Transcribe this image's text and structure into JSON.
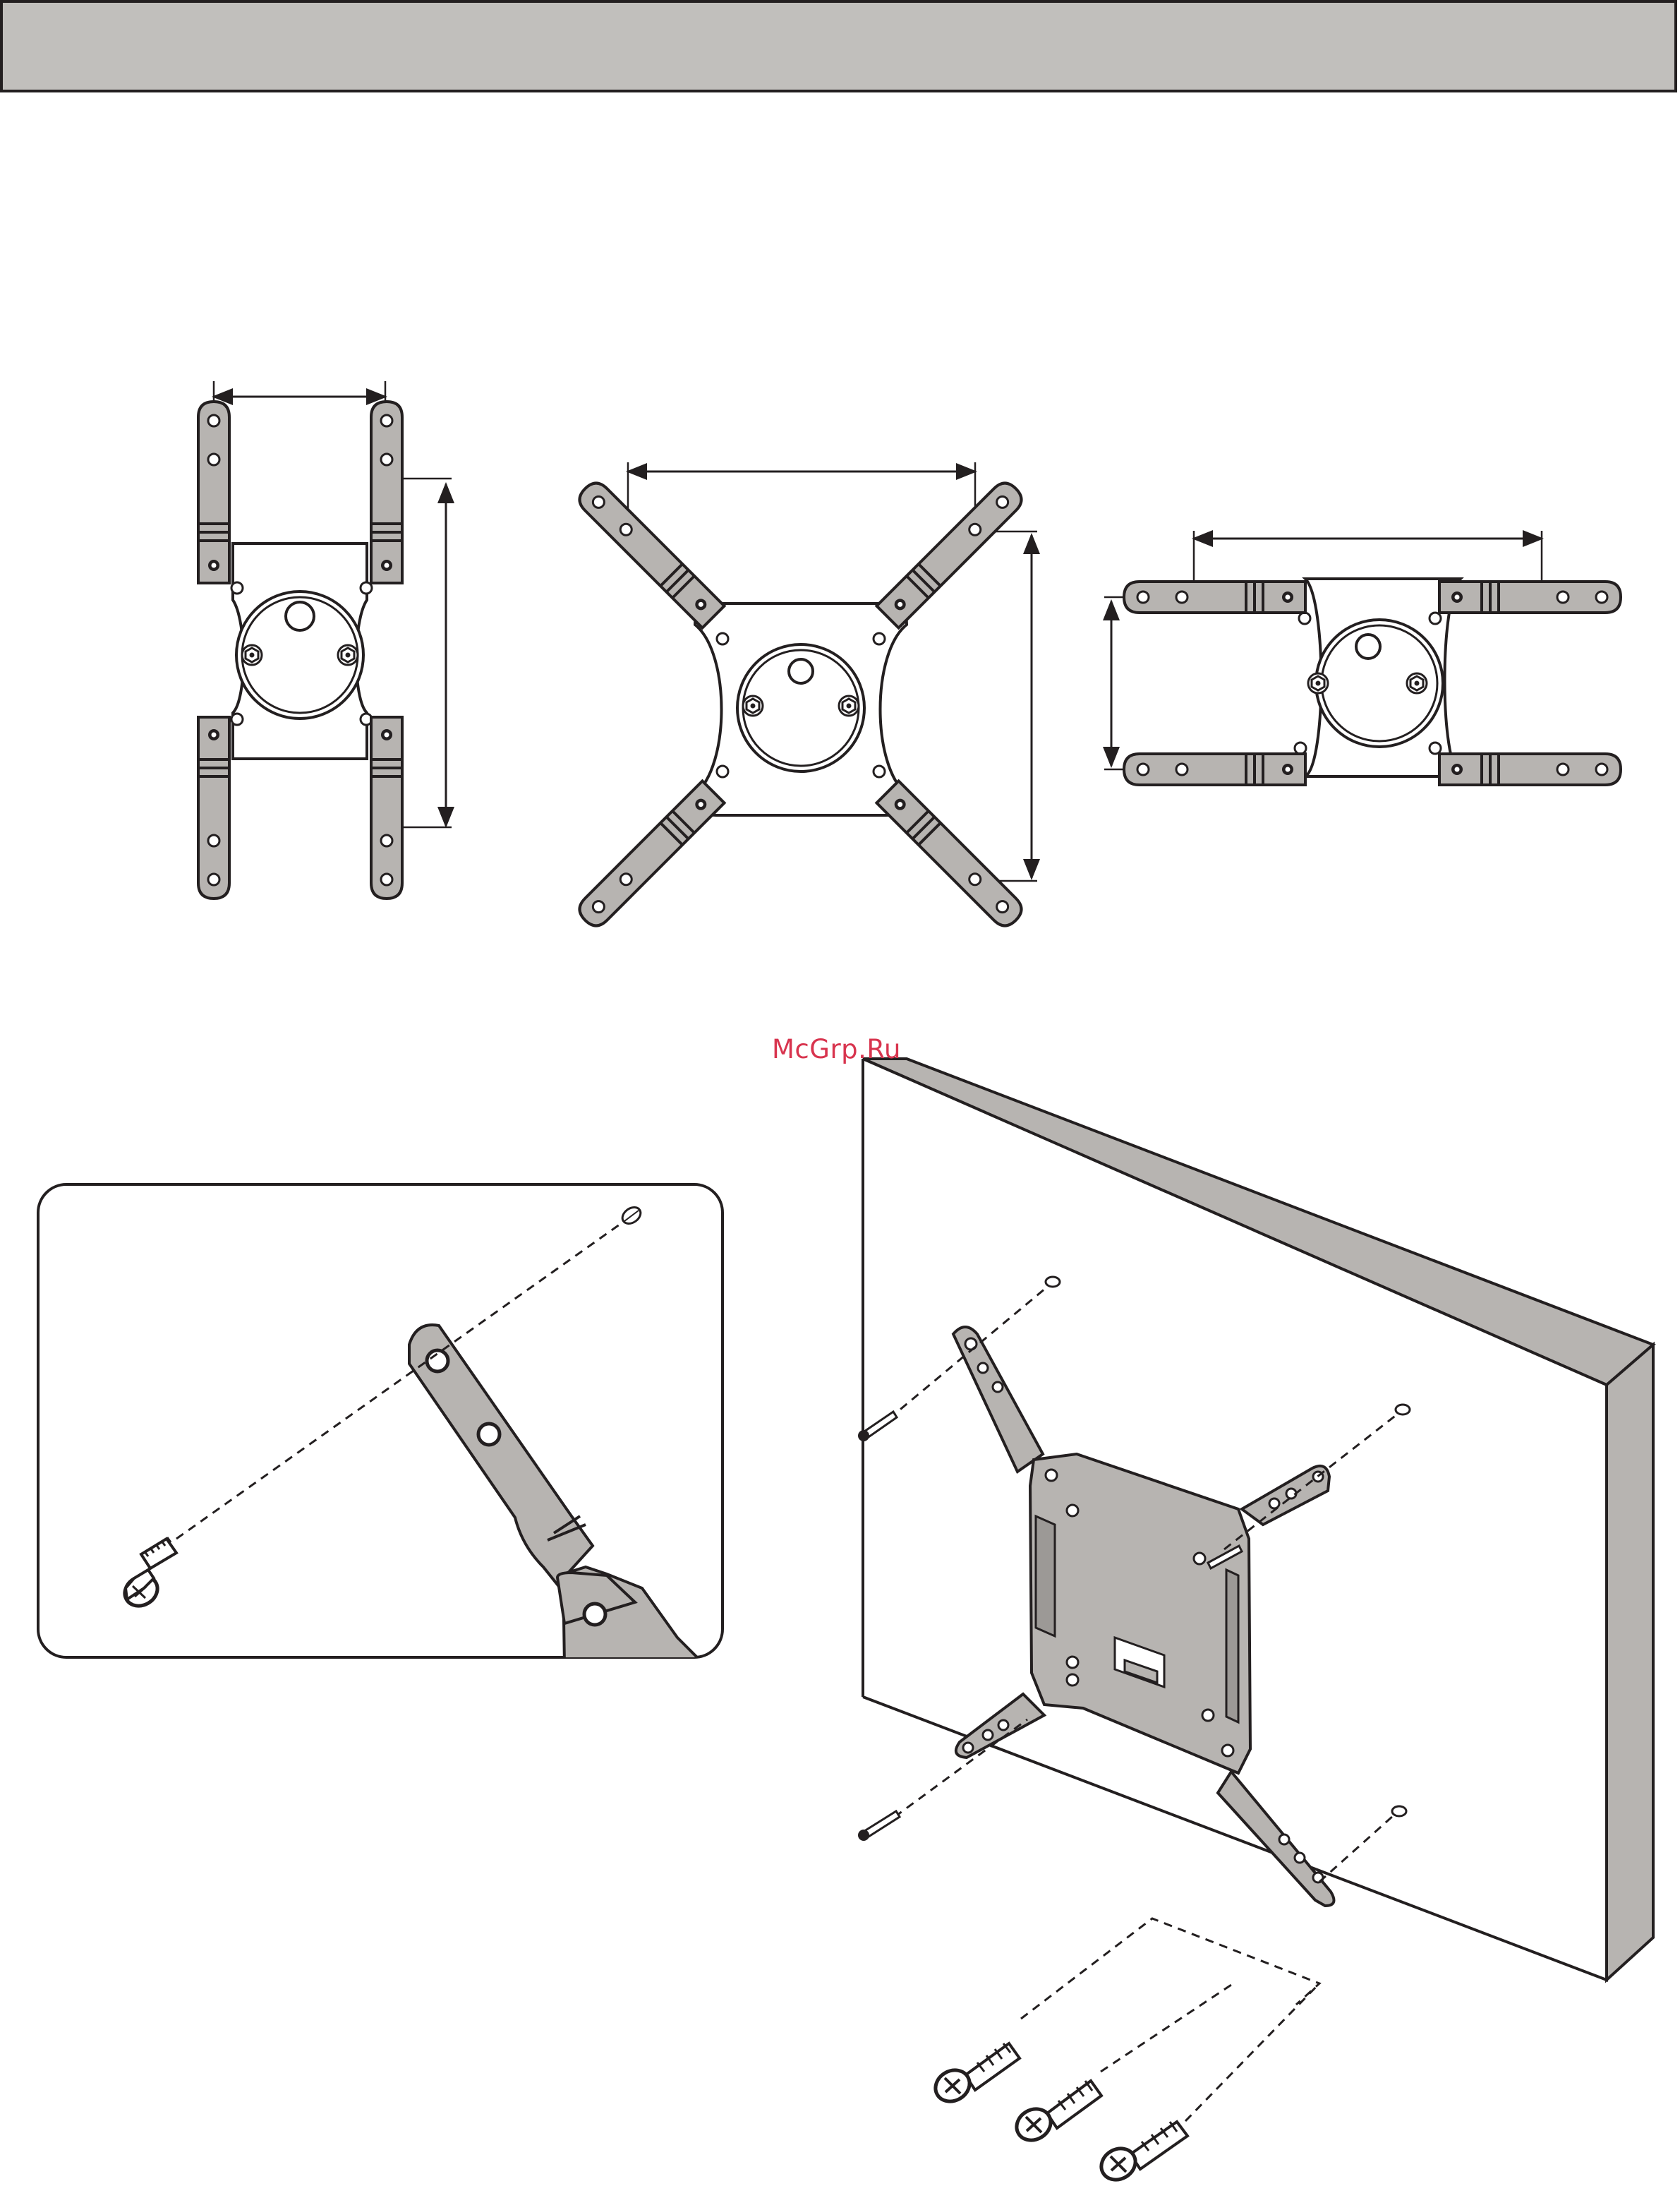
{
  "header": {
    "title": ""
  },
  "watermark": {
    "text": "McGrp.Ru"
  },
  "colors": {
    "band": "#c1bfbc",
    "ink": "#231f20",
    "metal": "#b7b4b1",
    "watermark": "#d8344e"
  },
  "figures": {
    "adapter_configurations": [
      {
        "name": "vertical-adapter"
      },
      {
        "name": "diagonal-adapter"
      },
      {
        "name": "horizontal-adapter"
      }
    ],
    "detail_inset": {
      "name": "arm-screw-detail"
    },
    "installation": {
      "name": "wall-plate-installation"
    }
  }
}
